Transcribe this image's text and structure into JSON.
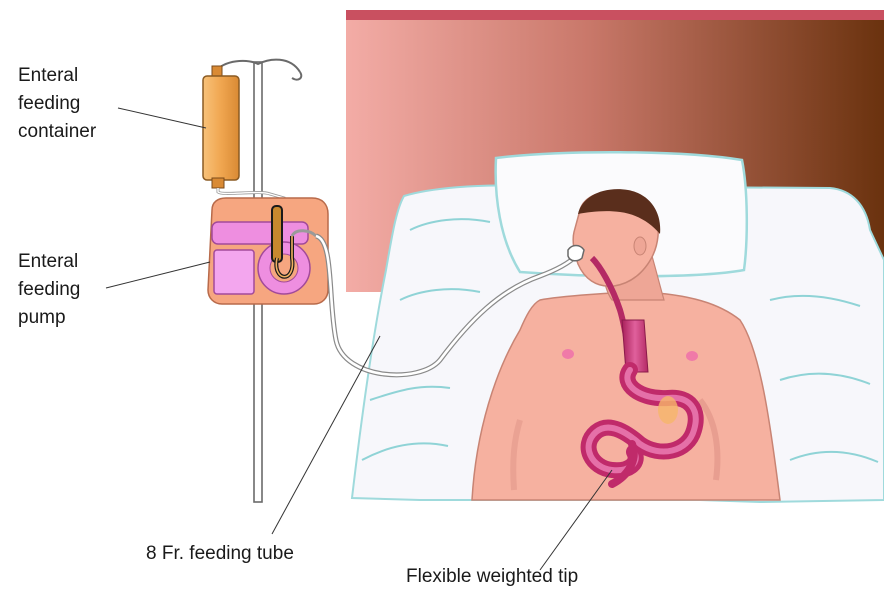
{
  "labels": {
    "container": [
      "Enteral",
      "feeding",
      "container"
    ],
    "pump": [
      "Enteral",
      "feeding",
      "pump"
    ],
    "tube": "8 Fr. feeding tube",
    "tip": "Flexible weighted tip"
  },
  "colors": {
    "headboard_light": "#f0a8a4",
    "headboard_dark": "#6e3410",
    "headboard_top": "#c95060",
    "sheet": "#f7f7fb",
    "sheet_shadow": "#8fd3d6",
    "skin": "#f6b1a0",
    "skin_shadow": "#d98c80",
    "hair": "#5a2e1c",
    "gi_tract": "#c02a6a",
    "gi_tract_light": "#e570a8",
    "container": "#f2a64a",
    "pump_body": "#f6a680",
    "pump_panel": "#ee8ee0",
    "pole": "#707070",
    "leader_line": "#333333"
  }
}
